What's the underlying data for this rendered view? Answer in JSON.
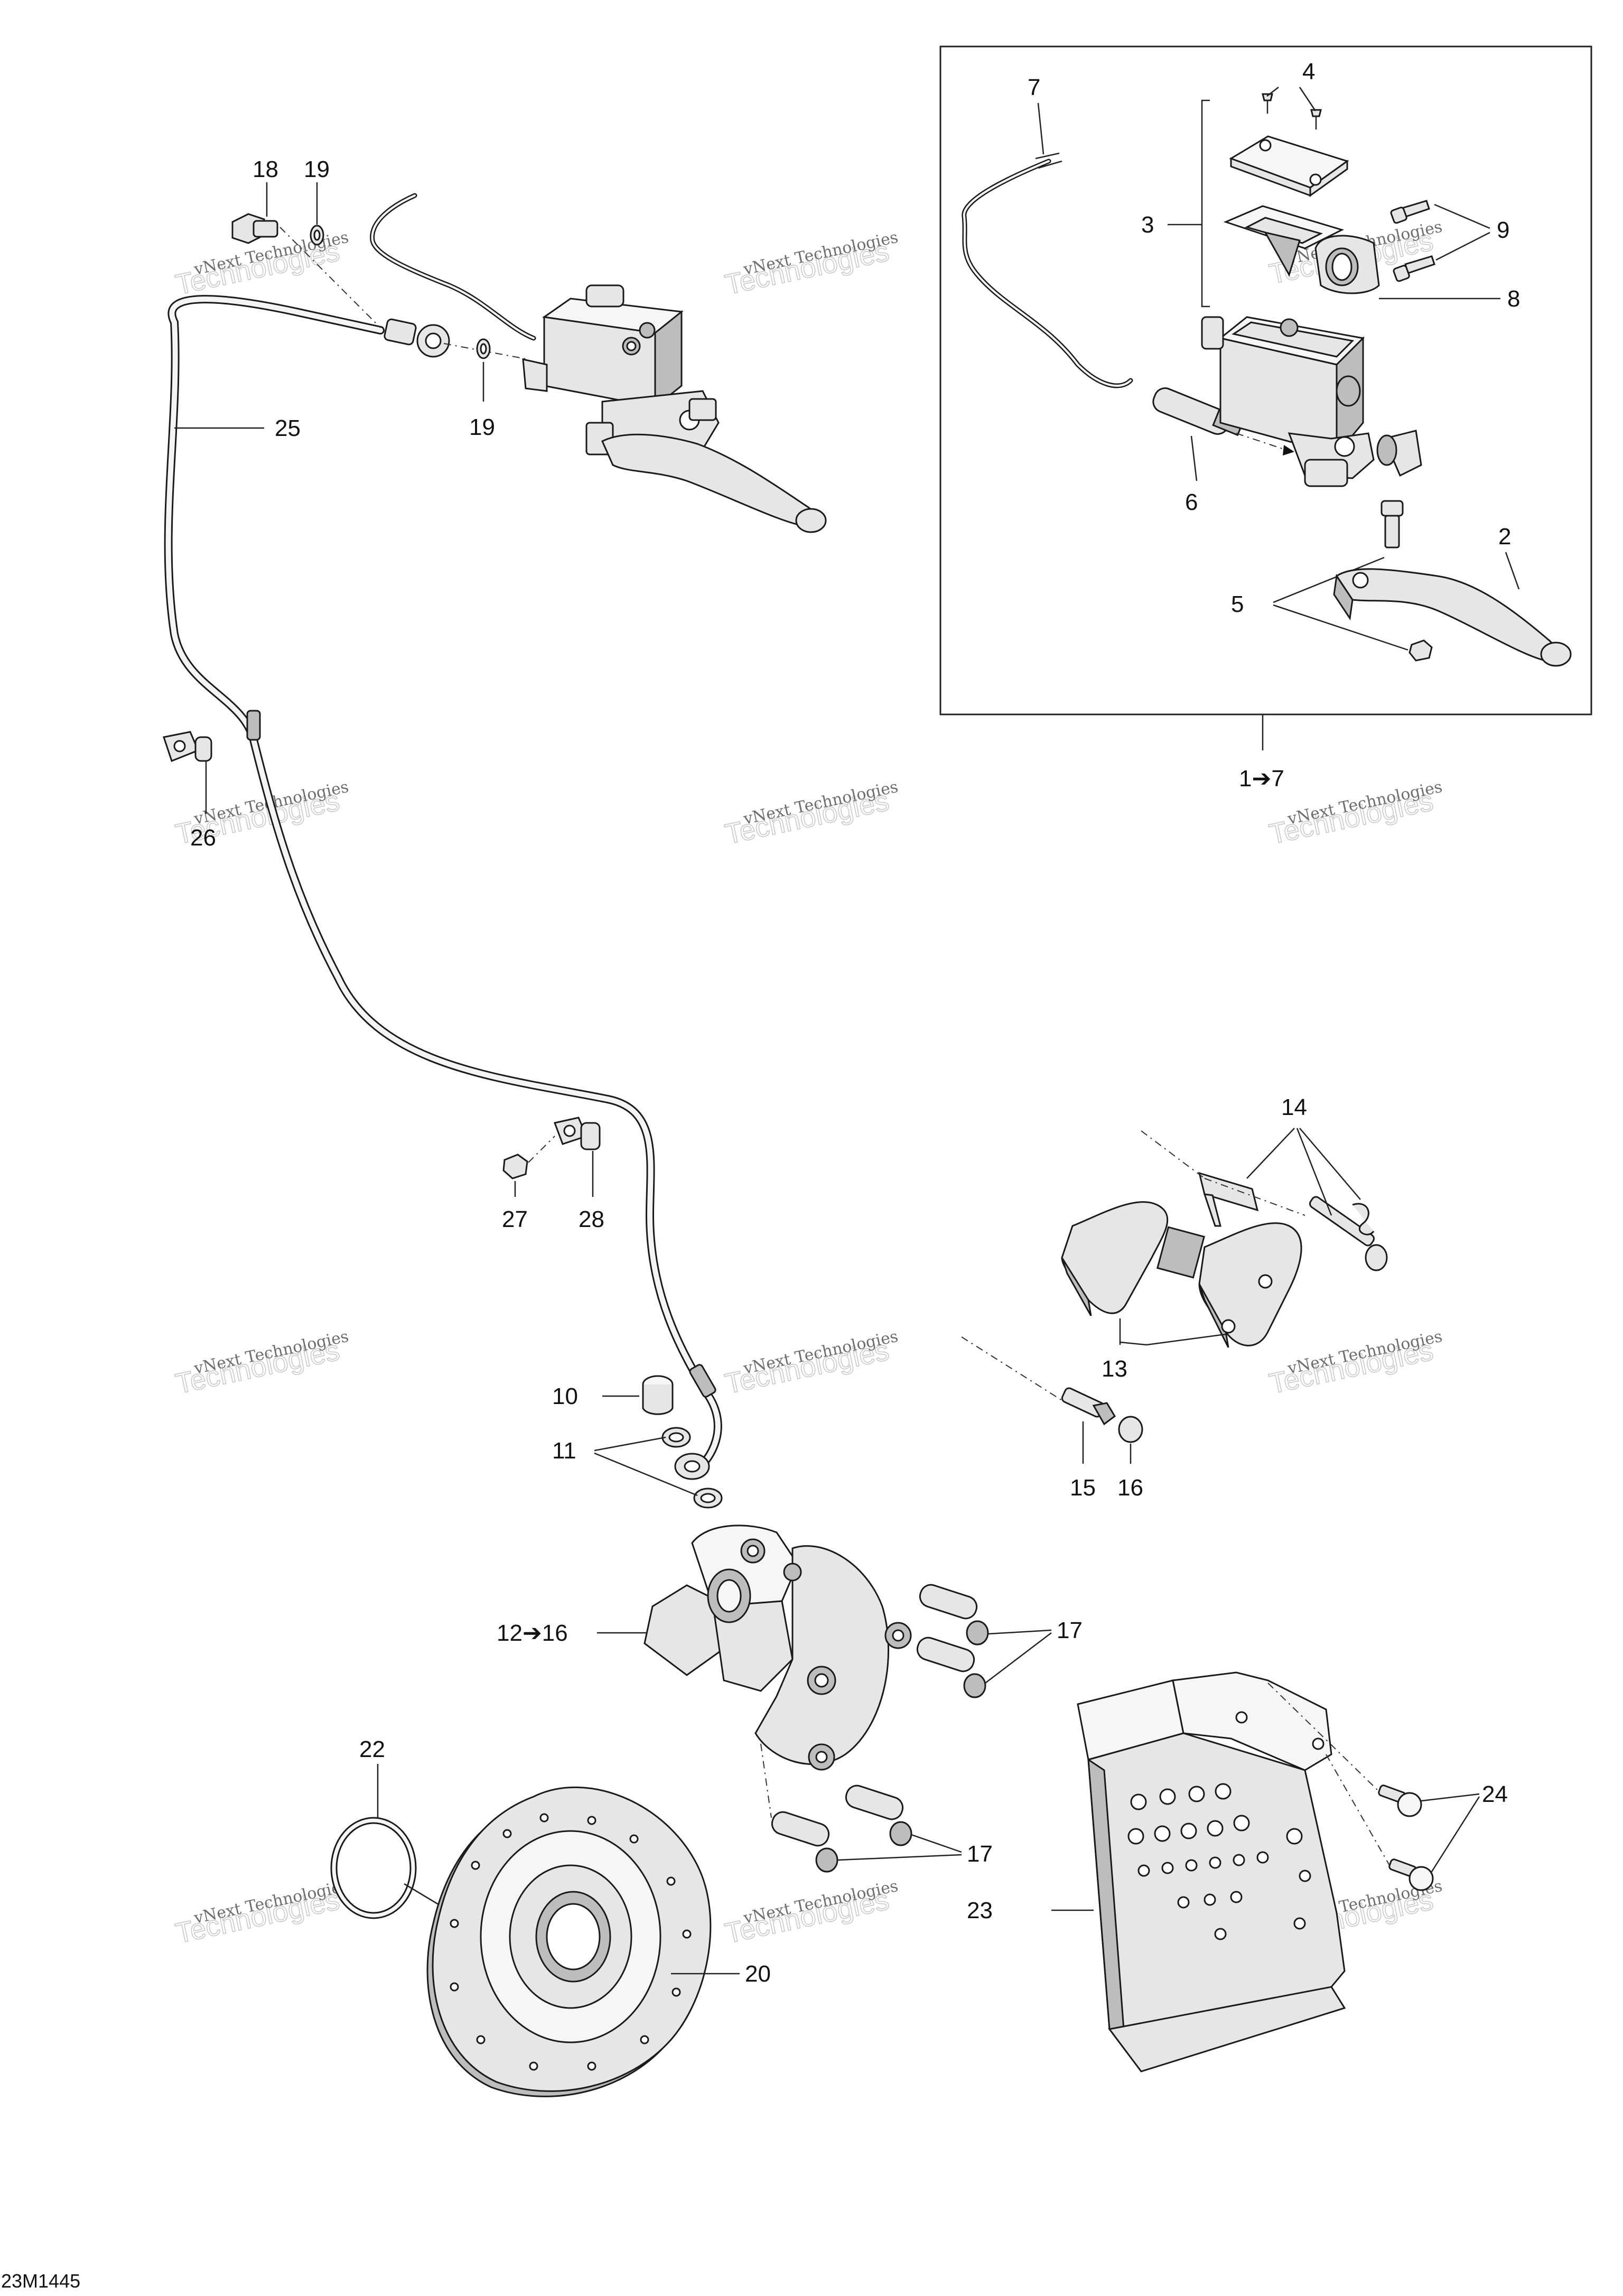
{
  "diagram_code": "23M1445",
  "watermark": {
    "line1": "vNext Technologies",
    "line2": "Technologies"
  },
  "callouts": {
    "c1_7": "1➔7",
    "c2": "2",
    "c3": "3",
    "c4": "4",
    "c5": "5",
    "c6": "6",
    "c7": "7",
    "c8": "8",
    "c9": "9",
    "c10": "10",
    "c11": "11",
    "c12_16": "12➔16",
    "c13": "13",
    "c14": "14",
    "c15": "15",
    "c16": "16",
    "c17a": "17",
    "c17b": "17",
    "c18": "18",
    "c19a": "19",
    "c19b": "19",
    "c20": "20",
    "c22": "22",
    "c23": "23",
    "c24": "24",
    "c25": "25",
    "c26": "26",
    "c27": "27",
    "c28": "28"
  }
}
